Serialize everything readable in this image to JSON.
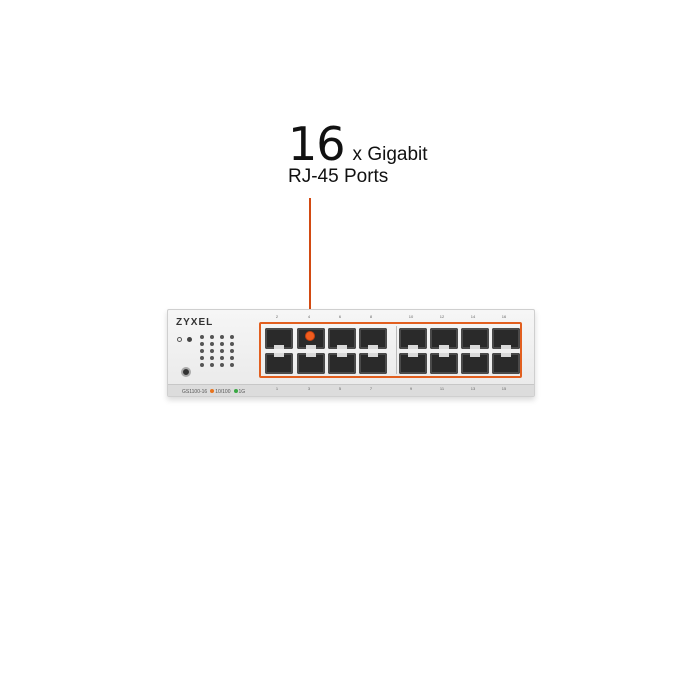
{
  "callout": {
    "count": "16",
    "unit": "x Gigabit",
    "subtitle": "RJ-45 Ports"
  },
  "device": {
    "brand": "ZYXEL",
    "model": "GS1100-16",
    "speed_legend": [
      {
        "label": "10/100",
        "color": "#e8741e"
      },
      {
        "label": "1G",
        "color": "#3aa844"
      }
    ],
    "top_port_labels": [
      "2",
      "4",
      "6",
      "8",
      "10",
      "12",
      "14",
      "16"
    ],
    "bottom_port_labels": [
      "1",
      "3",
      "5",
      "7",
      "9",
      "11",
      "13",
      "15"
    ]
  },
  "colors": {
    "accent": "#e25f1f"
  }
}
